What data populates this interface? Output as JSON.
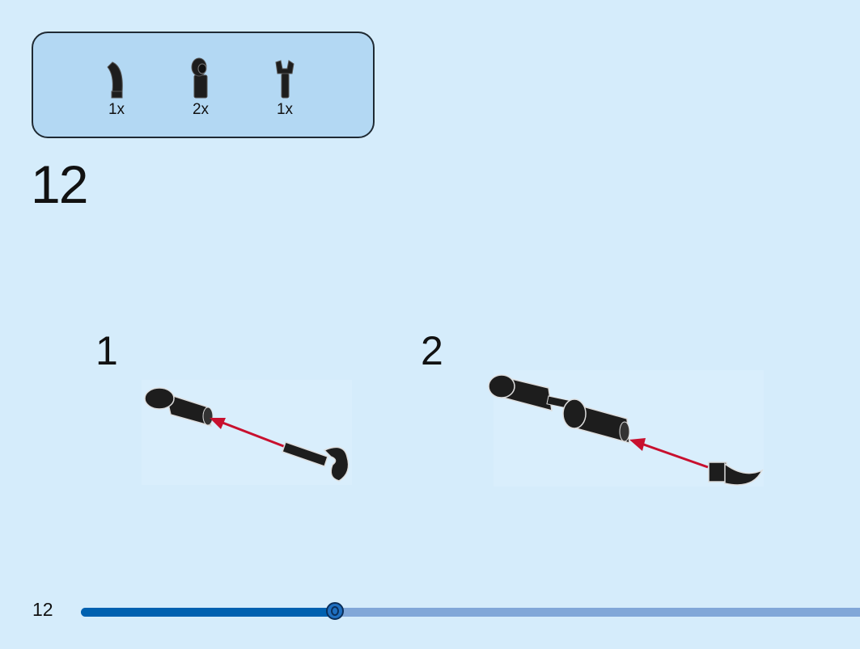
{
  "parts_list": [
    {
      "icon": "claw-horn-piece-icon",
      "qty": "1x"
    },
    {
      "icon": "pin-connector-piece-icon",
      "qty": "2x"
    },
    {
      "icon": "clip-bar-piece-icon",
      "qty": "1x"
    }
  ],
  "step_number": "12",
  "substeps": [
    {
      "number": "1"
    },
    {
      "number": "2"
    }
  ],
  "footer": {
    "page_number": "12",
    "progress_fraction": 0.326,
    "colors": {
      "progress_fill": "#0061b0",
      "progress_track": "#81a7d8",
      "arrow": "#c8102e"
    }
  }
}
